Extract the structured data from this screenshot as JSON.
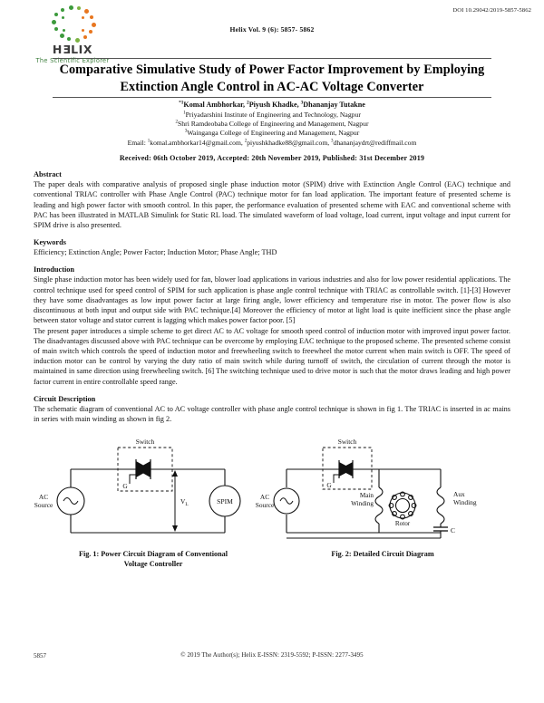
{
  "header": {
    "doi": "DOI 10.29042/2019-5857-5862",
    "running_head": "Helix Vol. 9 (6): 5857- 5862",
    "logo_word_part1": "H",
    "logo_word_part2": "E",
    "logo_word_part3": "LIX",
    "logo_tagline": "The Scientific Explorer",
    "logo_colors": {
      "green": "#3c9a3c",
      "orange": "#e8761f",
      "light_green": "#7cb342",
      "tagline": "#3f7f3f"
    }
  },
  "title": "Comparative Simulative Study of Power Factor Improvement by Employing Extinction Angle Control in AC-AC Voltage Converter",
  "authors": "*1Komal Ambhorkar, 2Piyush Khadke, 3Dhananjay Tutakne",
  "affiliations": [
    "1Priyadarshini Institute of Engineering and Technology, Nagpur",
    "2Shri Ramdeobaba College of Engineering and Management, Nagpur",
    "3Wainganga College of Engineering and Management, Nagpur"
  ],
  "emails": "Email: 1komal.ambhorkar14@gmail.com, 2piyushkhadke88@gmail.com, 3dhananjaydrt@rediffmail.com",
  "dates": "Received: 06th October 2019, Accepted: 20th November 2019, Published: 31st December 2019",
  "sections": {
    "abstract_heading": "Abstract",
    "abstract_text": "The paper deals with comparative analysis of proposed single phase induction motor (SPIM) drive with Extinction Angle Control (EAC) technique and conventional TRIAC controller with Phase Angle Control (PAC) technique motor for fan load application. The important feature of presented scheme is leading and high power factor with smooth control. In this paper, the performance evaluation of presented scheme with EAC and conventional scheme with PAC has been illustrated in MATLAB Simulink for Static RL load. The simulated waveform of load voltage, load current, input voltage and input current for SPIM drive is also presented.",
    "keywords_heading": "Keywords",
    "keywords_text": "Efficiency; Extinction Angle; Power Factor; Induction Motor; Phase Angle; THD",
    "introduction_heading": "Introduction",
    "introduction_para1": "Single phase induction motor has been widely used for fan, blower load applications in various industries and also for low power residential applications. The control technique used for speed control of SPIM for such application is phase angle control technique with TRIAC as controllable switch. [1]-[3] However they have some disadvantages as low input power factor at large firing angle, lower efficiency and temperature rise in motor. The power flow is also discontinuous at both input and output side with PAC technique.[4] Moreover the efficiency of motor at light load is quite inefficient since the phase angle between stator voltage and stator current is lagging which makes power factor poor. [5]",
    "introduction_para2": "The present paper introduces a simple scheme to get direct AC to AC voltage for smooth speed control of induction motor with improved input power factor. The disadvantages discussed above with PAC technique can be overcome by employing EAC technique to the proposed scheme. The presented scheme consist of main switch which controls the speed of induction motor and freewheeling switch to freewheel the motor current when main switch is OFF. The speed of induction motor can be control by varying the duty ratio of main switch while during turnoff of switch, the circulation of current through the motor is maintained in same direction using freewheeling switch. [6] The switching technique used to drive motor is such that the motor draws leading and high power factor current in entire controllable speed range.",
    "circuit_heading": "Circuit Description",
    "circuit_text": "The schematic diagram of conventional AC to AC voltage controller with phase angle control technique is shown in fig 1. The TRIAC is inserted in ac mains in series with main winding as shown in fig 2."
  },
  "figure1": {
    "caption": "Fig. 1: Power Circuit Diagram of Conventional Voltage Controller",
    "labels": {
      "switch": "Switch",
      "gate": "G",
      "source": "AC Source",
      "load_voltage": "VL",
      "motor": "SPIM"
    }
  },
  "figure2": {
    "caption": "Fig. 2: Detailed Circuit Diagram",
    "labels": {
      "switch": "Switch",
      "gate": "G",
      "source": "AC Source",
      "main_winding": "Main Winding",
      "rotor": "Rotor",
      "aux_winding": "Aux Winding",
      "capacitor": "C"
    }
  },
  "footer": {
    "page_number": "5857",
    "copyright": "© 2019 The Author(s); Helix E-ISSN: 2319-5592; P-ISSN: 2277-3495"
  }
}
